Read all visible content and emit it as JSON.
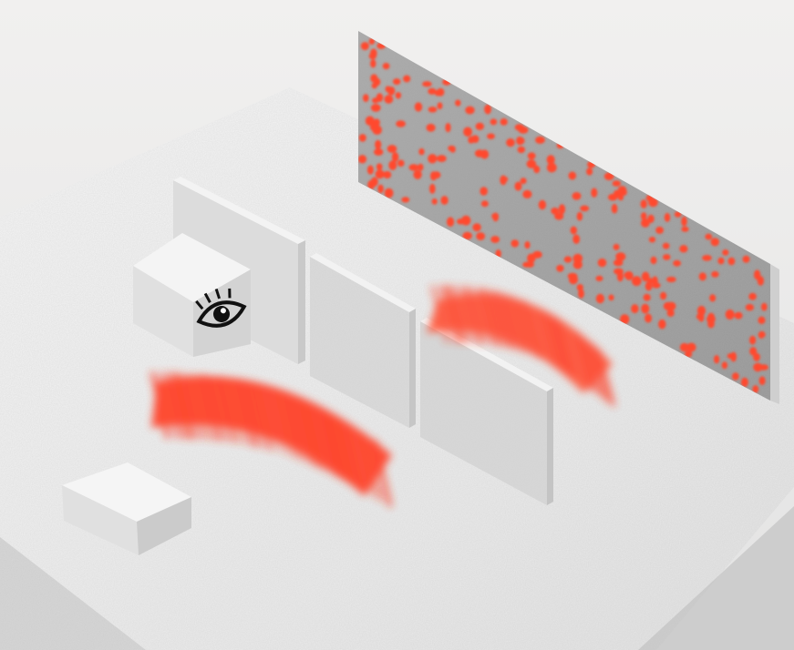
{
  "scene": {
    "objects": [
      "ground-platform",
      "camera-cube",
      "eye-icon",
      "occluder-wall-left",
      "occluder-wall-center",
      "occluder-wall-right",
      "relay-wall",
      "hidden-object-box",
      "light-wave-front",
      "light-wave-back"
    ],
    "colors": {
      "background": "#ececec",
      "platform_top": "#efefef",
      "platform_side": "#d2d2d2",
      "relay_wall": "#a3a3a3",
      "speckle": "#ff4a2e",
      "wave": "#ff3b22",
      "icon": "#111111"
    }
  }
}
